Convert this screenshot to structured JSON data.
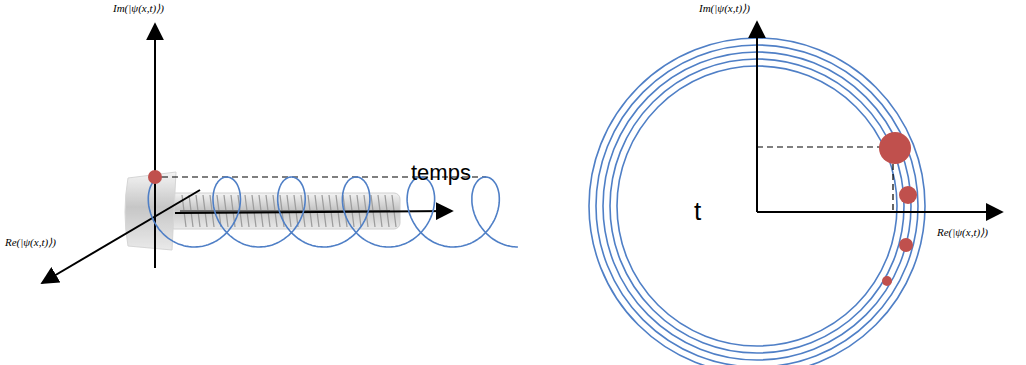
{
  "diagram": {
    "labels": [
      "Im(|ψ(x,t)⟩)",
      "temps",
      "Re(|ψ(x,t)⟩)",
      "Im(|ψ(x,t)⟩)",
      "t",
      "Re(|ψ(x,t)⟩)"
    ]
  }
}
